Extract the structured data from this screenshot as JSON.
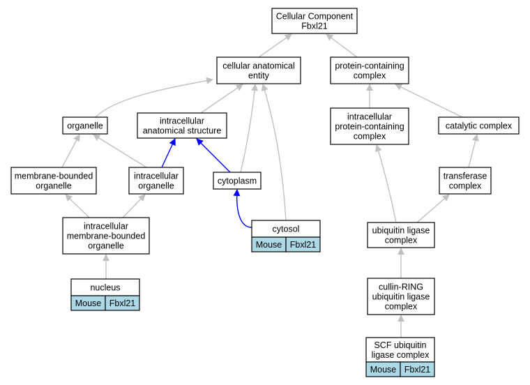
{
  "colors": {
    "edge_is_a": "#c0c0c0",
    "edge_part_of": "#0000ff",
    "annotation_cell": "#add8e6",
    "node_border": "#000000"
  },
  "nodes": {
    "root": {
      "lines": [
        "Cellular Component",
        "Fbxl21"
      ]
    },
    "cellular_anatomical_entity": {
      "lines": [
        "cellular anatomical",
        "entity"
      ]
    },
    "protein_containing_complex": {
      "lines": [
        "protein-containing",
        "complex"
      ]
    },
    "organelle": {
      "lines": [
        "organelle"
      ]
    },
    "intracellular_anatomical_structure": {
      "lines": [
        "intracellular",
        "anatomical structure"
      ]
    },
    "intracellular_protein_containing_complex": {
      "lines": [
        "intracellular",
        "protein-containing",
        "complex"
      ]
    },
    "catalytic_complex": {
      "lines": [
        "catalytic complex"
      ]
    },
    "membrane_bounded_organelle": {
      "lines": [
        "membrane-bounded",
        "organelle"
      ]
    },
    "intracellular_organelle": {
      "lines": [
        "intracellular",
        "organelle"
      ]
    },
    "cytoplasm": {
      "lines": [
        "cytoplasm"
      ]
    },
    "transferase_complex": {
      "lines": [
        "transferase",
        "complex"
      ]
    },
    "intracellular_membrane_bounded_organelle": {
      "lines": [
        "intracellular",
        "membrane-bounded",
        "organelle"
      ]
    },
    "cytosol": {
      "lines": [
        "cytosol"
      ],
      "annotation": {
        "species": "Mouse",
        "gene": "Fbxl21"
      }
    },
    "ubiquitin_ligase_complex": {
      "lines": [
        "ubiquitin ligase",
        "complex"
      ]
    },
    "nucleus": {
      "lines": [
        "nucleus"
      ],
      "annotation": {
        "species": "Mouse",
        "gene": "Fbxl21"
      }
    },
    "cullin_ring_ubiquitin_ligase_complex": {
      "lines": [
        "cullin-RING",
        "ubiquitin ligase",
        "complex"
      ]
    },
    "scf_ubiquitin_ligase_complex": {
      "lines": [
        "SCF ubiquitin",
        "ligase complex"
      ],
      "annotation": {
        "species": "Mouse",
        "gene": "Fbxl21"
      }
    }
  },
  "edges": [
    {
      "from": "cellular_anatomical_entity",
      "to": "root",
      "relation": "is_a"
    },
    {
      "from": "protein_containing_complex",
      "to": "root",
      "relation": "is_a"
    },
    {
      "from": "organelle",
      "to": "cellular_anatomical_entity",
      "relation": "is_a"
    },
    {
      "from": "intracellular_anatomical_structure",
      "to": "cellular_anatomical_entity",
      "relation": "is_a"
    },
    {
      "from": "cytoplasm",
      "to": "cellular_anatomical_entity",
      "relation": "is_a"
    },
    {
      "from": "cytosol",
      "to": "cellular_anatomical_entity",
      "relation": "is_a"
    },
    {
      "from": "intracellular_protein_containing_complex",
      "to": "protein_containing_complex",
      "relation": "is_a"
    },
    {
      "from": "catalytic_complex",
      "to": "protein_containing_complex",
      "relation": "is_a"
    },
    {
      "from": "membrane_bounded_organelle",
      "to": "organelle",
      "relation": "is_a"
    },
    {
      "from": "intracellular_organelle",
      "to": "organelle",
      "relation": "is_a"
    },
    {
      "from": "intracellular_organelle",
      "to": "intracellular_anatomical_structure",
      "relation": "part_of"
    },
    {
      "from": "cytoplasm",
      "to": "intracellular_anatomical_structure",
      "relation": "part_of"
    },
    {
      "from": "intracellular_membrane_bounded_organelle",
      "to": "membrane_bounded_organelle",
      "relation": "is_a"
    },
    {
      "from": "intracellular_membrane_bounded_organelle",
      "to": "intracellular_organelle",
      "relation": "is_a"
    },
    {
      "from": "nucleus",
      "to": "intracellular_membrane_bounded_organelle",
      "relation": "is_a"
    },
    {
      "from": "cytosol",
      "to": "cytoplasm",
      "relation": "part_of"
    },
    {
      "from": "transferase_complex",
      "to": "catalytic_complex",
      "relation": "is_a"
    },
    {
      "from": "ubiquitin_ligase_complex",
      "to": "intracellular_protein_containing_complex",
      "relation": "is_a"
    },
    {
      "from": "ubiquitin_ligase_complex",
      "to": "transferase_complex",
      "relation": "is_a"
    },
    {
      "from": "cullin_ring_ubiquitin_ligase_complex",
      "to": "ubiquitin_ligase_complex",
      "relation": "is_a"
    },
    {
      "from": "scf_ubiquitin_ligase_complex",
      "to": "cullin_ring_ubiquitin_ligase_complex",
      "relation": "is_a"
    }
  ]
}
